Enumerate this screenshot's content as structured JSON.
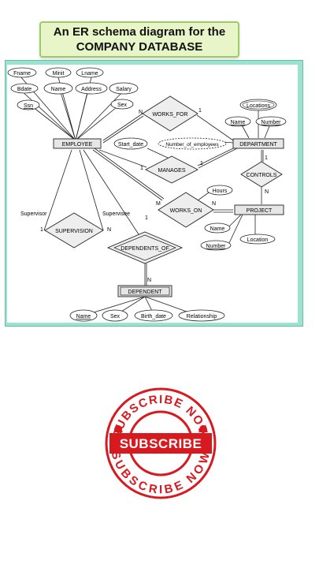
{
  "title": {
    "line1": "An ER schema diagram for the",
    "line2": "COMPANY DATABASE"
  },
  "entities": {
    "employee": "EMPLOYEE",
    "department": "DEPARTMENT",
    "project": "PROJECT",
    "dependent": "DEPENDENT"
  },
  "relationships": {
    "works_for": "WORKS_FOR",
    "manages": "MANAGES",
    "controls": "CONTROLS",
    "works_on": "WORKS_ON",
    "supervision": "SUPERVISION",
    "dependents_of": "DEPENDENTS_OF"
  },
  "attributes": {
    "fname": "Fname",
    "minit": "Minit",
    "lname": "Lname",
    "bdate": "Bdate",
    "emp_name": "Name",
    "address": "Address",
    "salary": "Salary",
    "ssn": "Ssn",
    "sex": "Sex",
    "locations": "Locations",
    "dept_name": "Name",
    "dept_number": "Number",
    "number_of_employees": "Number_of_employees",
    "start_date": "Start_date",
    "hours": "Hours",
    "proj_name": "Name",
    "proj_number": "Number",
    "proj_location": "Location",
    "dep_name": "Name",
    "dep_sex": "Sex",
    "birth_date": "Birth_date",
    "relationship": "Relationship"
  },
  "roles": {
    "supervisor": "Supervisor",
    "supervisee": "Supervisee"
  },
  "cardinality": {
    "works_for_emp": "N",
    "works_for_dept": "1",
    "manages_emp": "1",
    "manages_dept": "1",
    "controls_dept": "1",
    "controls_proj": "N",
    "works_on_emp": "M",
    "works_on_proj": "N",
    "supervision_supervisor": "1",
    "supervision_supervisee": "N",
    "dependents_of_emp": "1",
    "dependents_of_dep": "N"
  },
  "stamp": {
    "center": "SUBSCRIBE",
    "ring": "SUBSCRIBE NOW"
  },
  "colors": {
    "stamp_red": "#d71920",
    "frame_teal": "#9be2cf",
    "title_bg": "#e8f5c8"
  }
}
